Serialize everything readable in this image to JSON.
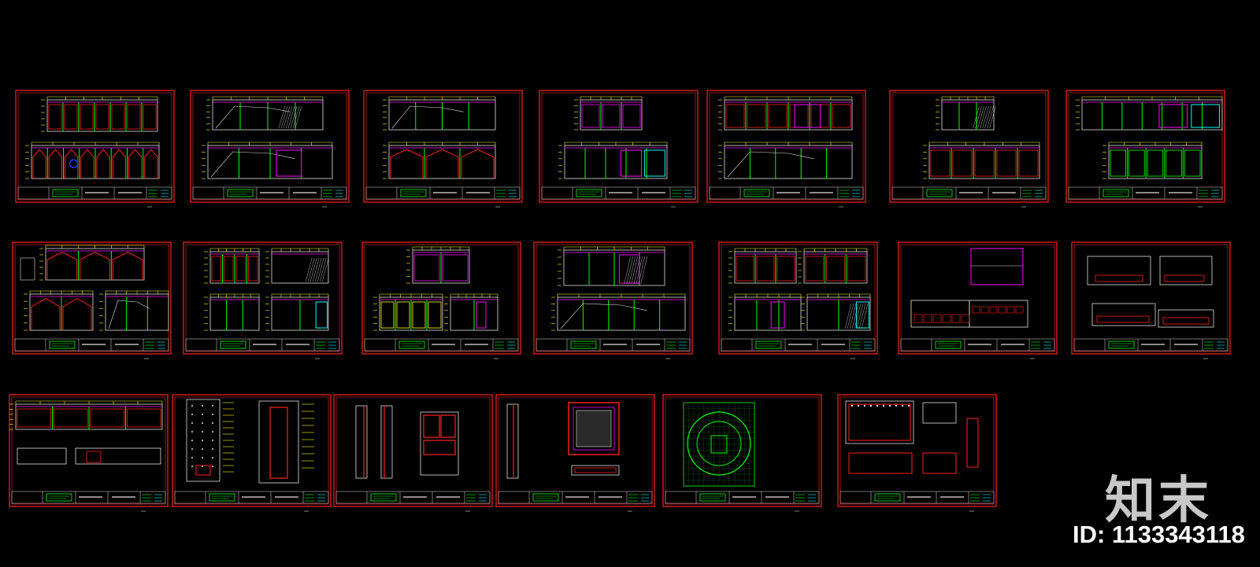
{
  "watermark": {
    "logo_text": "知末",
    "id_text": "ID: 1133343118"
  },
  "diagram": {
    "type": "cad-drawing-sheet-layout",
    "sheet_count": 20,
    "rows": [
      7,
      7,
      6
    ]
  },
  "colors": {
    "background": "#000000",
    "sheet_border": "#ff2020",
    "title_fill": "#00ff00",
    "magenta": "#ff00ff",
    "yellow": "#ffff00",
    "white": "#e0e0e0",
    "green": "#00ff00",
    "cyan": "#00ffff",
    "red": "#ff2020",
    "blue": "#3030ff"
  }
}
